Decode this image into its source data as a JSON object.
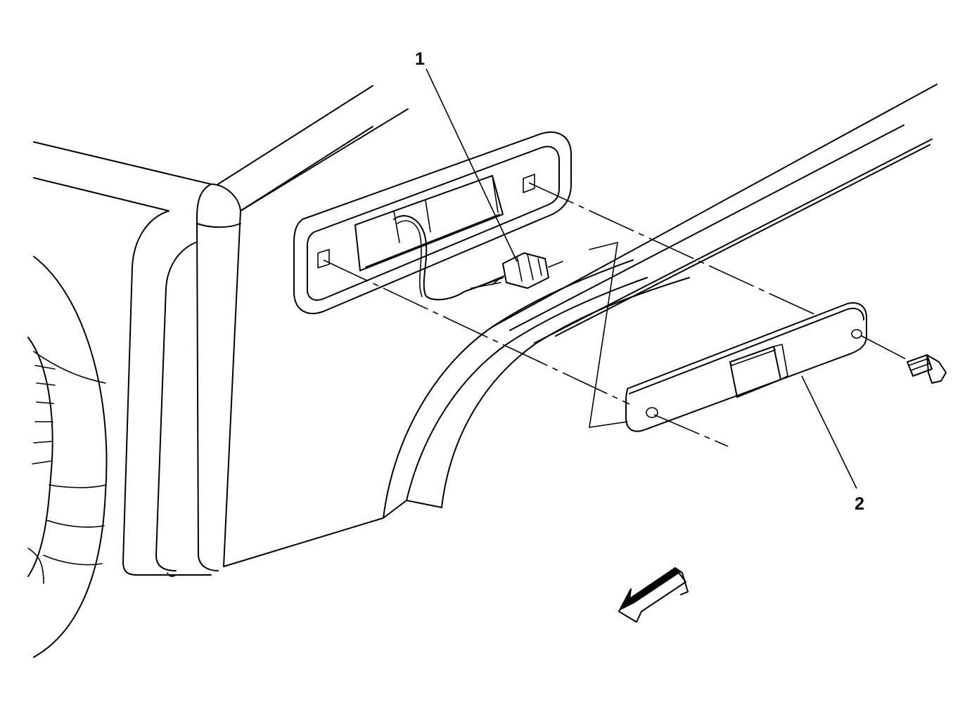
{
  "diagram": {
    "callouts": [
      {
        "id": "1",
        "label": "1"
      },
      {
        "id": "2",
        "label": "2"
      }
    ],
    "icons": {
      "direction": "front-direction-arrow-icon",
      "bolt": "bolt-icon",
      "connector": "electrical-connector-icon"
    },
    "stroke_color": "#000000",
    "background_color": "#ffffff"
  }
}
